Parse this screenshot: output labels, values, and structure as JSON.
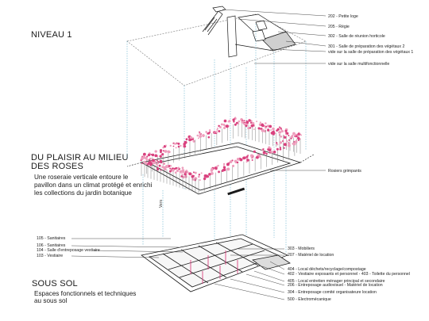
{
  "sections": {
    "niveau1": {
      "title": "NIVEAU 1"
    },
    "plaisir": {
      "title_line1": "DU PLAISIR AU MILIEU",
      "title_line2": "DES ROSES",
      "desc_line1": "Une roseraie verticale entoure le",
      "desc_line2": "pavillon dans un climat protégé et enrichi",
      "desc_line3": "les collections du jardin botanique"
    },
    "soussol": {
      "title": "SOUS SOL",
      "desc_line1": "Espaces fonctionnels et techniques",
      "desc_line2": "au sous sol"
    }
  },
  "labels": {
    "niveau1": [
      "202 - Petite loge",
      "205 - Régie",
      "302 - Salle de réunion horticole",
      "301 - Salle de préparation des végétaux 2",
      "vide sur la salle de préparation des végétaux 1",
      "vide sur la salle multifonctionnelle"
    ],
    "roses": [
      "Rosiers grimpants"
    ],
    "vert": "Vers",
    "soussol_left": [
      "105 - Sanitaires",
      "106 - Sanitaires",
      "104 - Salle d'entreposage vestiaire",
      "103 - Vestiaire"
    ],
    "soussol_right": [
      "303 - Mobiliers",
      "207 - Matériel de location",
      "404 - Local déchets/recyclage/compostage",
      "402 - Vestiaire exposants et personnel - 403 - Toilette du personnel",
      "405 - Local entretien ménager principal et secondaire",
      "206 - Entreposage audiovisuel - Matériel de location",
      "304 - Entreposage comité organisateure location",
      "500 - Electromécanique"
    ]
  },
  "colors": {
    "rose": "#d9417e",
    "rose_light": "#ee9fbd",
    "line": "#1a1a1a",
    "guide": "#4aa3c4",
    "dash": "#555555"
  }
}
